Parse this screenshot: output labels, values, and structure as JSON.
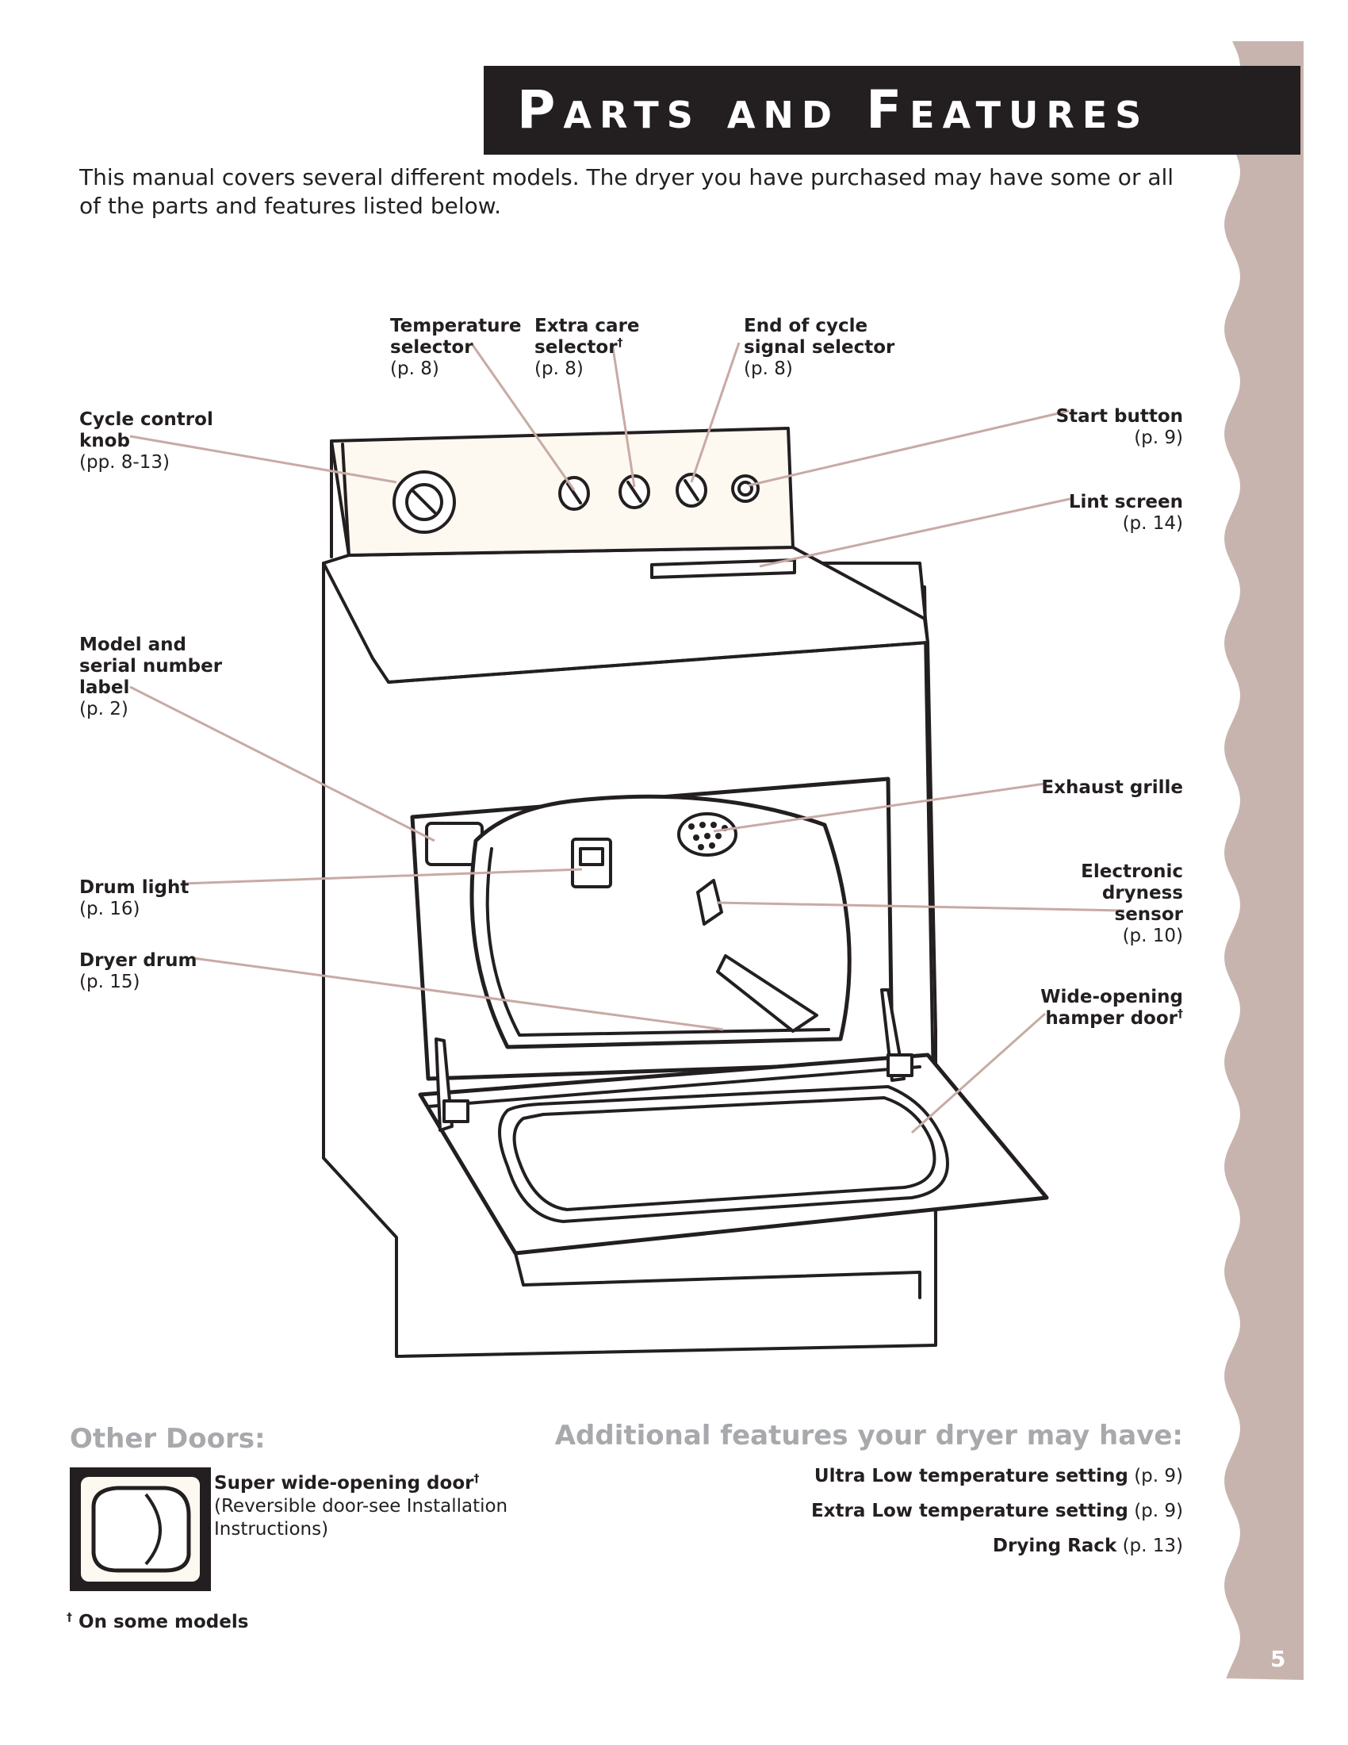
{
  "header": {
    "title": "Parts and Features"
  },
  "intro": "This manual covers several different models. The dryer you have purchased may have some or all of the parts and features listed below.",
  "callouts": {
    "temperature": {
      "label": "Temperature\nselector",
      "page": "(p. 8)"
    },
    "extra_care": {
      "label": "Extra care\nselector",
      "page": "(p. 8)"
    },
    "end_cycle": {
      "label": "End of cycle\nsignal selector",
      "page": "(p. 8)"
    },
    "cycle_knob": {
      "label": "Cycle control\nknob",
      "page": "(pp. 8-13)"
    },
    "start": {
      "label": "Start button",
      "page": "(p. 9)"
    },
    "lint": {
      "label": "Lint screen",
      "page": "(p. 14)"
    },
    "model": {
      "label": "Model and\nserial number\nlabel",
      "page": "(p. 2)"
    },
    "exhaust": {
      "label": "Exhaust grille"
    },
    "sensor": {
      "label": "Electronic\ndryness\nsensor",
      "page": "(p. 10)"
    },
    "drum_light": {
      "label": "Drum light",
      "page": "(p. 16)"
    },
    "drum": {
      "label": "Dryer drum",
      "page": "(p. 15)"
    },
    "hamper": {
      "label": "Wide-opening\nhamper door"
    }
  },
  "dagger": "†",
  "other_doors": {
    "heading": "Other Doors:",
    "door_title": "Super wide-opening door",
    "door_desc": "(Reversible door-see Installation Instructions)"
  },
  "additional": {
    "heading": "Additional features your dryer may have:",
    "items": [
      {
        "name": "Ultra Low temperature setting",
        "page": "(p. 9)"
      },
      {
        "name": "Extra Low temperature setting",
        "page": "(p. 9)"
      },
      {
        "name": "Drying Rack",
        "page": "(p. 13)"
      }
    ]
  },
  "footnote": "On some models",
  "page_number": "5",
  "colors": {
    "header_bg": "#231f20",
    "side_strip": "#c8b4ae",
    "leader": "#c8aaa4",
    "heading_gray": "#a7a9ac",
    "cream": "#fdf9f1"
  }
}
